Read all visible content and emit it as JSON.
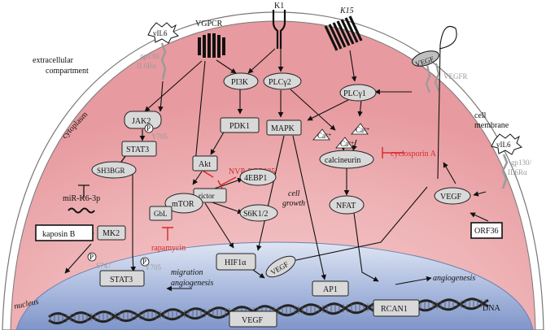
{
  "compartments": {
    "extracellular": "extracellular compartment",
    "cytoplasm": "cytoplasm",
    "cell_membrane": "cell membrane",
    "nucleus": "nucleus",
    "dna": "DNA"
  },
  "receptors": {
    "vgpcr": "VGPCR",
    "k1": "K1",
    "k15": "K15",
    "gp130_left": "gp130/\nIL6Rα",
    "gp130_right": "gp130/\nIL6Rα",
    "vegfr": "VEGFR"
  },
  "ligands": {
    "vil6_left": "vIL6",
    "vil6_right": "vIL6",
    "vegf_top": "VEGF",
    "vegf_cyto": "VEGF",
    "vegf_nucleus": "VEGF"
  },
  "nodes": {
    "jak2": "JAK2",
    "stat3": "STAT3",
    "sh3bgr": "SH3BGR",
    "pi3k": "PI3K",
    "pdk1": "PDK1",
    "akt": "Akt",
    "mtor": "mTOR",
    "rictor": "rictor",
    "gbl": "GbL",
    "4ebp1": "4EBP1",
    "s6k": "S6K1/2",
    "plcg2": "PLCγ2",
    "plcg1": "PLCγ1",
    "mapk": "MAPK",
    "calcineurin": "calcineurin",
    "nfat": "NFAT",
    "mk2": "MK2",
    "kaposin_b": "kaposin B",
    "orf36": "ORF36",
    "hif1a": "HIF1α",
    "stat3_nuc": "STAT3",
    "ap1": "AP1",
    "rcan1": "RCAN1",
    "vegf_gene": "VEGF",
    "ca": "Ca²⁺"
  },
  "inhibitors": {
    "mir": "miR-K6-3p",
    "nvp": "NVP-BEZ235",
    "rapamycin": "rapamycin",
    "cyclosporin": "cyclosporin A"
  },
  "annotations": {
    "phospho": "P",
    "y705_cyto": "Y705",
    "y705_nuc": "Y705",
    "s747": "S747",
    "cell_growth": "cell\ngrowth",
    "migration": "migration",
    "angiogenesis_stat3": "angiogenesis",
    "angiogenesis_rcan": "angiogenesis"
  },
  "colors": {
    "cytoplasm_pink": "#eaa4a8",
    "nucleus_blue": "#8fa4d4",
    "inhibitor_red": "#d42a2a",
    "node_grey": "#d9d9d9"
  }
}
